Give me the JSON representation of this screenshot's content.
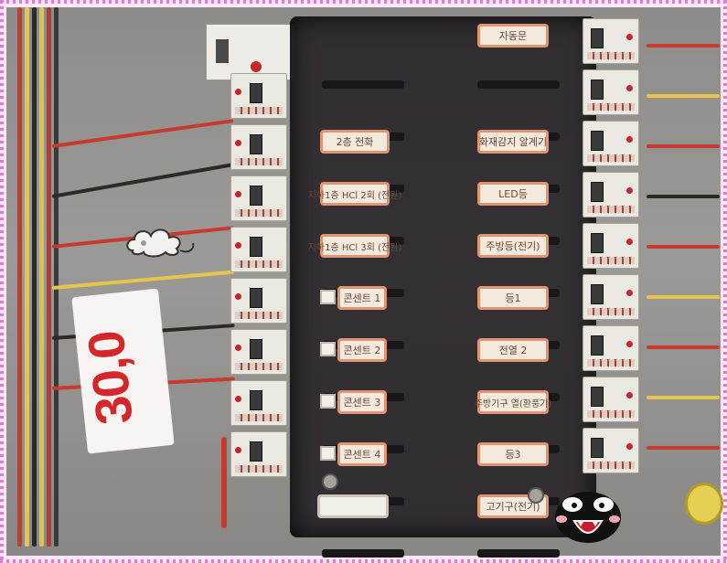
{
  "photo": {
    "subject": "electrical-distribution-panel",
    "cover_color": "#2f2b2f",
    "label_border_color": "#e19472",
    "label_fill_color": "#f3e9dc",
    "breaker_indicator_color": "#c62626"
  },
  "panel": {
    "labels": [
      {
        "text": "자동문",
        "column": "right",
        "slot": 0
      },
      {
        "text": "2층 전화",
        "column": "left",
        "slot": 1
      },
      {
        "text": "화재감지 알계기",
        "column": "right",
        "slot": 1
      },
      {
        "text": "지하1층 HCl 2회 (전원)",
        "column": "left",
        "slot": 2
      },
      {
        "text": "LED등",
        "column": "right",
        "slot": 2
      },
      {
        "text": "지하1층 HCl 3회 (전원)",
        "column": "left",
        "slot": 3
      },
      {
        "text": "주방등(전기)",
        "column": "right",
        "slot": 3
      },
      {
        "text": "콘센트 1",
        "column": "left",
        "slot": 4
      },
      {
        "text": "등1",
        "column": "right",
        "slot": 4
      },
      {
        "text": "콘센트 2",
        "column": "left",
        "slot": 5
      },
      {
        "text": "전열 2",
        "column": "right",
        "slot": 5
      },
      {
        "text": "콘센트 3",
        "column": "left",
        "slot": 6
      },
      {
        "text": "주방기구 열(환풍기)",
        "column": "right",
        "slot": 6
      },
      {
        "text": "콘센트 4",
        "column": "left",
        "slot": 7
      },
      {
        "text": "등3",
        "column": "right",
        "slot": 7
      },
      {
        "text": "",
        "column": "left",
        "slot": 8
      },
      {
        "text": "고기구(전기)",
        "column": "right",
        "slot": 8
      }
    ]
  },
  "sticker": {
    "text": "30,0"
  },
  "decorations": {
    "cloud_icon": "puff-cloud-icon",
    "face_icon": "shocked-face-icon",
    "border_color": "#e27bd8"
  }
}
